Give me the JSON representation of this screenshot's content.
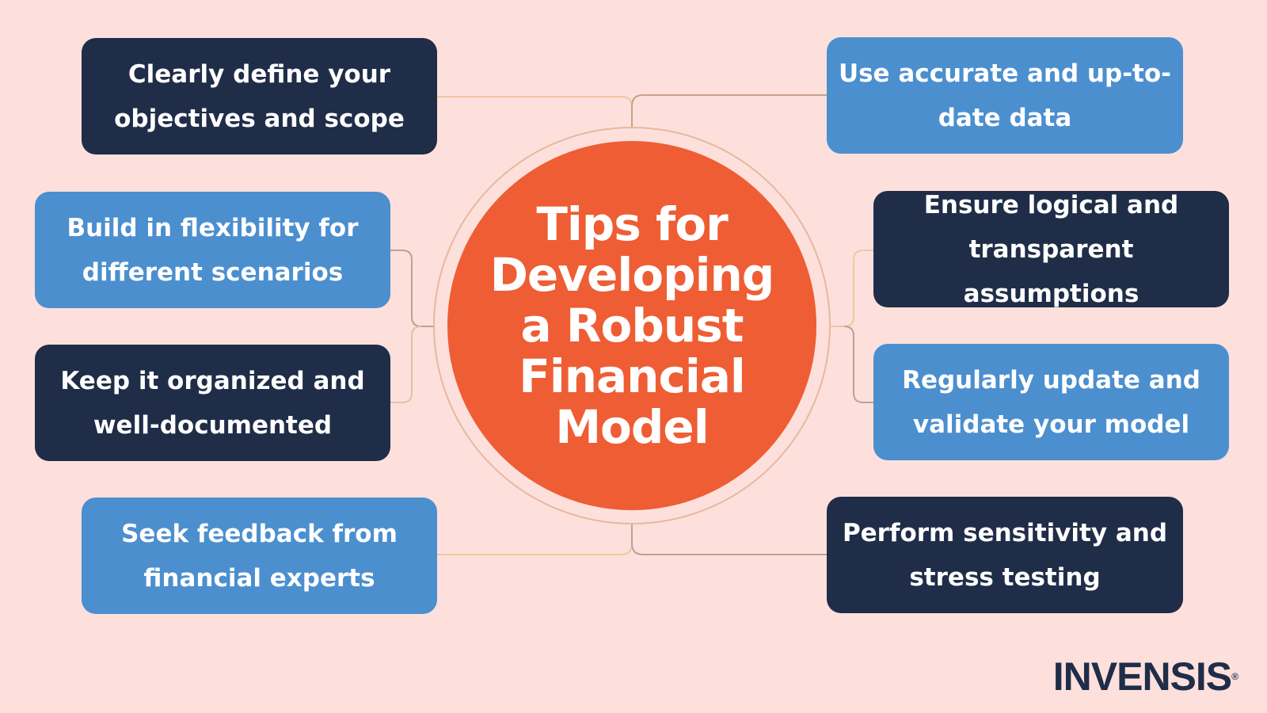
{
  "center": {
    "title": "Tips for Developing a Robust Financial Model"
  },
  "tips": {
    "objectives": "Clearly define your objectives and scope",
    "flexibility": "Build in flexibility for different scenarios",
    "organized": "Keep it organized and well-documented",
    "feedback": "Seek feedback from financial experts",
    "data": "Use accurate and up-to-date data",
    "assumptions": "Ensure logical and transparent assumptions",
    "update": "Regularly update and validate your model",
    "sensitivity": "Perform sensitivity and stress testing"
  },
  "logo": {
    "text": "INVENSIS",
    "mark": "®"
  },
  "colors": {
    "background": "#fde0dc",
    "dark_box": "#1f2d48",
    "light_box": "#4b8fcf",
    "center_circle": "#ef5d34",
    "connector_left": "#f0c79e",
    "connector_right": "#b9a394"
  }
}
